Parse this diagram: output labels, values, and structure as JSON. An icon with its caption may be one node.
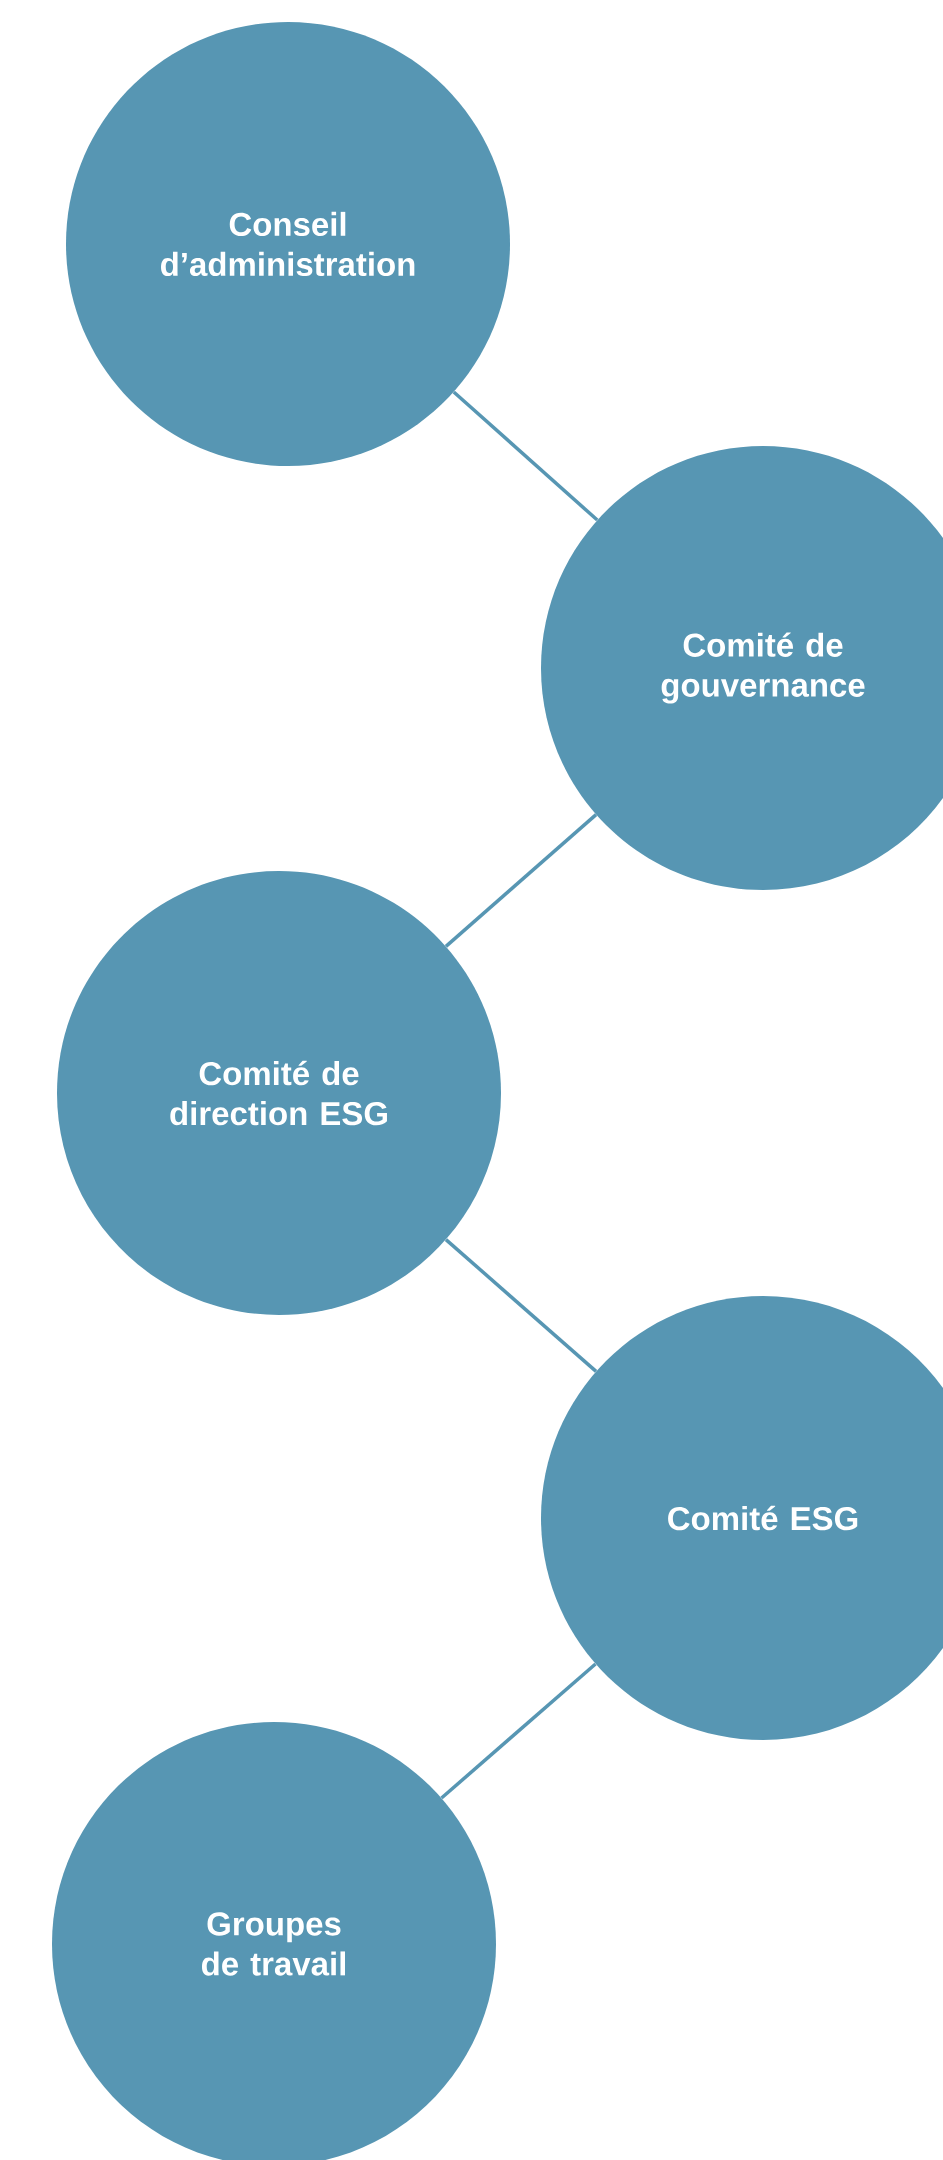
{
  "diagram": {
    "nodes": [
      {
        "text": [
          "Conseil d’administration"
        ]
      },
      {
        "text": [
          "Comité de gouvernance"
        ]
      },
      {
        "text": [
          "Comité de direction ESG"
        ]
      },
      {
        "text": [
          "Comité ESG"
        ]
      },
      {
        "text": [
          "Groupes de travail"
        ]
      }
    ],
    "edges": [
      {
        "from": 0,
        "to": 1,
        "arrow": "none"
      },
      {
        "from": 1,
        "to": 2,
        "arrow": "none"
      },
      {
        "from": 2,
        "to": 3,
        "arrow": "none"
      },
      {
        "from": 3,
        "to": 4,
        "arrow": "none"
      }
    ]
  }
}
